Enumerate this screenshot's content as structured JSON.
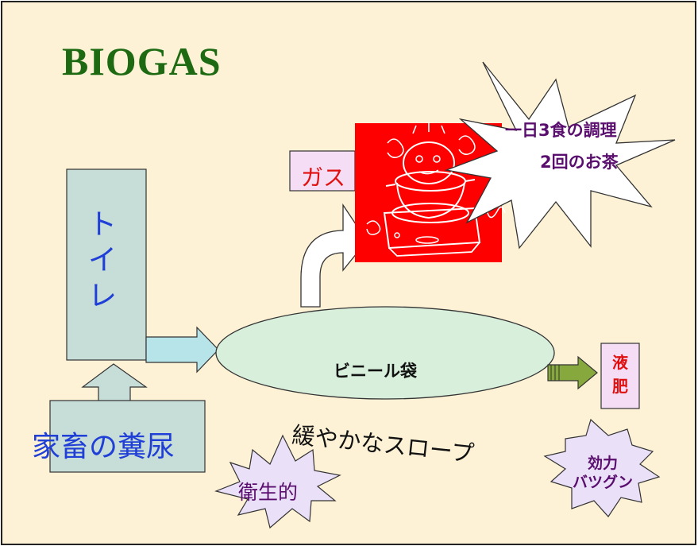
{
  "title": "BIOGAS",
  "toilet": {
    "chars": [
      "ト",
      "イ",
      "レ"
    ]
  },
  "manure": "家畜の糞尿",
  "bag": "ビニール袋",
  "slope": "緩やかなスロープ",
  "gas": "ガス",
  "fertilizer": {
    "chars": [
      "液",
      "肥"
    ]
  },
  "cooking_burst": {
    "line1": "一日3食の調理",
    "line2": "2回のお茶"
  },
  "hygiene": "衛生的",
  "effect": {
    "line1": "効力",
    "line2": "バツグン"
  },
  "colors": {
    "background": "#fdf2d6",
    "title": "#1d6a12",
    "toilet_box": "#c7ddd8",
    "bag_fill": "#d8efdc",
    "label_blue": "#1f3fd6",
    "label_red": "#e01010",
    "label_purple": "#5a0f6e",
    "stove_panel": "#ff0000",
    "tag_fill": "#f5ddf5",
    "burst_fill": "#eae0f8"
  },
  "icons": [
    "stove-illustration",
    "burst-cooking",
    "burst-hygiene",
    "burst-effect"
  ]
}
